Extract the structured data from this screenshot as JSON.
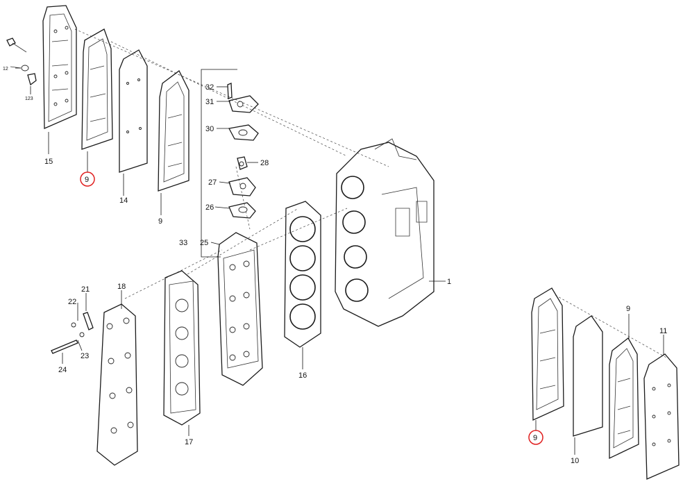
{
  "callouts": {
    "c1": "1",
    "c9_top_left": "9",
    "c9_mid": "9",
    "c9_right_top": "9",
    "c9_right_circled": "9",
    "c10": "10",
    "c11": "11",
    "c12": "12",
    "c123": "123",
    "c14": "14",
    "c15": "15",
    "c16": "16",
    "c17": "17",
    "c18": "18",
    "c21": "21",
    "c22": "22",
    "c23": "23",
    "c24": "24",
    "c25": "25",
    "c26": "26",
    "c27": "27",
    "c28": "28",
    "c30": "30",
    "c31": "31",
    "c32": "32",
    "c33": "33"
  },
  "highlight_color": "#e02020"
}
